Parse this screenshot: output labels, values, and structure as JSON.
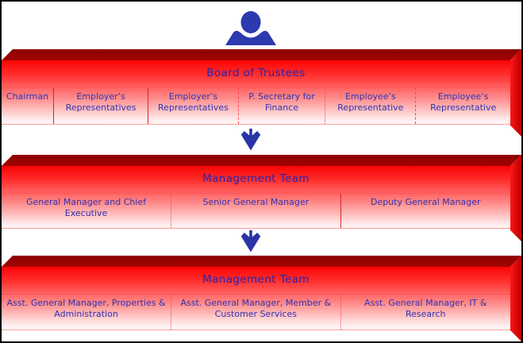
{
  "diagram": {
    "kind": "organization-structure",
    "sections": [
      {
        "title": "Board of Trustees",
        "boxes": [
          "Chairman",
          "Employer’s Representatives",
          "Employer’s Representatives",
          "P. Secretary for Finance",
          "Employee’s Representative",
          "Employee’s Representative"
        ]
      },
      {
        "title": "Management Team",
        "boxes": [
          "General Manager and Chief Executive",
          "Senior General Manager",
          "Deputy General Manager"
        ]
      },
      {
        "title": "Management Team",
        "boxes": [
          "Asst. General Manager, Properties & Administration",
          "Asst. General Manager, Member & Customer Services",
          "Asst. General Manager, IT & Research"
        ]
      }
    ]
  },
  "icons": {
    "person": "person-icon",
    "down_arrow": "down-arrow-icon"
  },
  "colors": {
    "text_blue": "#2424b4",
    "icon_blue": "#2b3aad",
    "slab_top_face": "#970202",
    "slab_side_face": "#d40000",
    "slab_front_top": "#fb0404",
    "slab_front_bottom": "#ffffff",
    "box_border_red": "#ff4444",
    "frame_border": "#000000"
  }
}
